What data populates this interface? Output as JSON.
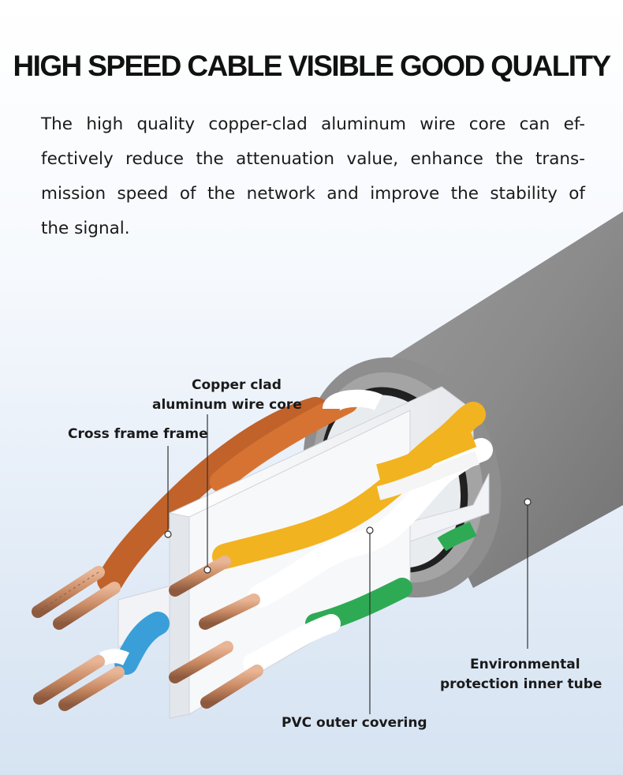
{
  "headline": "HIGH SPEED CABLE VISIBLE GOOD QUALITY",
  "description": {
    "lines": [
      "The high quality copper-clad aluminum wire core can ef-",
      "fectively reduce the attenuation value, enhance the trans-",
      "mission speed of the network and improve the stability of",
      "the signal."
    ]
  },
  "callouts": {
    "copper_core_line1": "Copper clad",
    "copper_core_line2": "aluminum wire core",
    "cross_frame": "Cross frame frame",
    "inner_tube_line1": "Environmental",
    "inner_tube_line2": "protection inner tube",
    "pvc_covering": "PVC outer covering"
  },
  "colors": {
    "jacket": "#8a8a8a",
    "orange_pair": "#c0622a",
    "yellow_pair": "#f2b320",
    "blue_pair": "#3a9fd8",
    "green_pair": "#2eaa55",
    "copper": "#c98a63"
  }
}
